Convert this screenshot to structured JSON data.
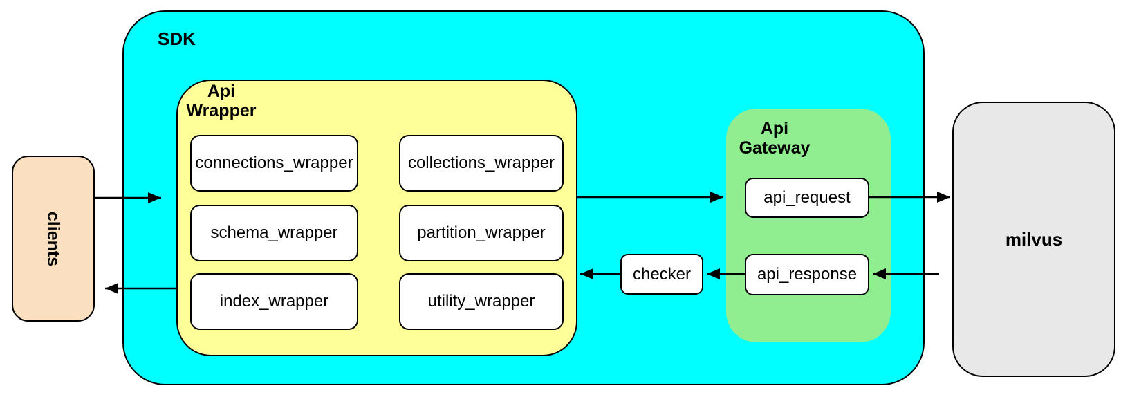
{
  "diagram": {
    "clients": {
      "label": "clients",
      "fill": "#FAE0C1"
    },
    "sdk": {
      "label": "SDK",
      "fill": "#00FFFF"
    },
    "api_wrapper": {
      "label_line1": "Api",
      "label_line2": "Wrapper",
      "fill": "#FFFF99",
      "items": [
        "connections_wrapper",
        "collections_wrapper",
        "schema_wrapper",
        "partition_wrapper",
        "index_wrapper",
        "utility_wrapper"
      ]
    },
    "checker": {
      "label": "checker"
    },
    "api_gateway": {
      "label_line1": "Api",
      "label_line2": "Gateway",
      "fill": "#90EE90",
      "request_label": "api_request",
      "response_label": "api_response"
    },
    "milvus": {
      "label": "milvus",
      "fill": "#E8E8E8"
    },
    "node_fill": "#FFFFFF",
    "border_color": "#000000",
    "edges": [
      {
        "from": "clients",
        "to": "sdk"
      },
      {
        "from": "api_wrapper",
        "to": "api_request"
      },
      {
        "from": "api_request",
        "to": "milvus"
      },
      {
        "from": "milvus",
        "to": "api_response"
      },
      {
        "from": "api_response",
        "to": "checker"
      },
      {
        "from": "checker",
        "to": "api_wrapper"
      },
      {
        "from": "sdk",
        "to": "clients"
      }
    ]
  }
}
